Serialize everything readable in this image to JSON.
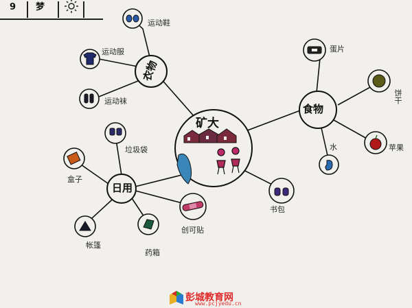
{
  "corner": {
    "left_text": "9",
    "mid_text": "梦",
    "right_glyph": "☼"
  },
  "root": {
    "label": "矿大"
  },
  "hubs": {
    "clothing": "衣物",
    "food": "食物",
    "daily": "日用",
    "bag": "书包"
  },
  "leaves": {
    "sports_shoes": "运动鞋",
    "sports_clothes": "运动服",
    "sports_socks": "运动袜",
    "biscuit": "蛋片",
    "cookie": "饼干",
    "fruit": "苹果",
    "water": "水",
    "trash_bag": "垃圾袋",
    "box": "盒子",
    "tent": "帐篷",
    "medicine": "药箱",
    "bandaid": "创可贴"
  },
  "watermark": {
    "title": "彭城教育网",
    "url": "www.pcjyedu.cn"
  }
}
